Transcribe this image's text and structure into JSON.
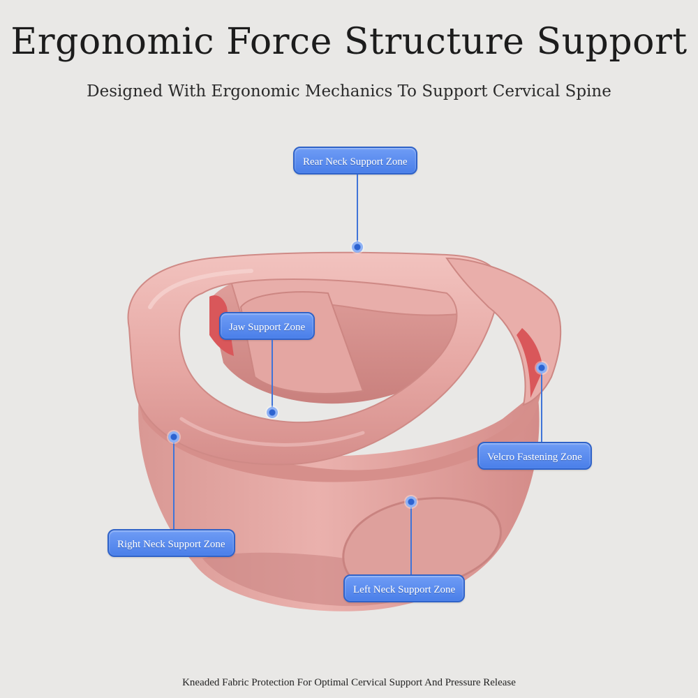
{
  "heading": {
    "title": "Ergonomic Force Structure Support",
    "subtitle": "Designed With Ergonomic Mechanics To Support Cervical Spine"
  },
  "colors": {
    "background": "#e9e8e6",
    "collar_pink": "#e7a9a5",
    "velcro_red": "#d9575a",
    "label_blue": "#4a7fe9",
    "title_text": "#1c1c1c"
  },
  "labels": {
    "rear_neck": "Rear Neck Support Zone",
    "jaw": "Jaw Support Zone",
    "velcro": "Velcro Fastening Zone",
    "right_neck": "Right Neck Support Zone",
    "left_neck": "Left Neck Support Zone"
  },
  "footer": {
    "caption": "Kneaded Fabric Protection For Optimal Cervical Support And Pressure Release"
  }
}
